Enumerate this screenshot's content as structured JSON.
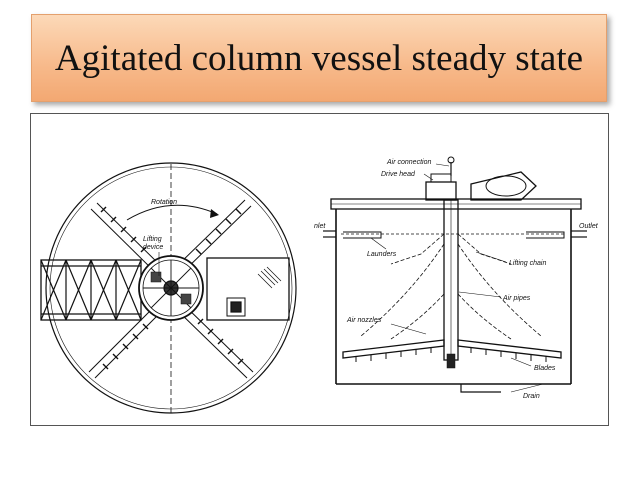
{
  "slide": {
    "title": "Agitated column vessel steady state"
  },
  "diagram": {
    "left_view": {
      "labels": {
        "rotation": "Rotation",
        "lifting_device_line1": "Lifting",
        "lifting_device_line2": "device"
      }
    },
    "right_view": {
      "labels": {
        "air_connection": "Air connection",
        "drive_head": "Drive head",
        "inlet": "nlet",
        "outlet": "Outlet",
        "launders": "Launders",
        "lifting_chain": "Lifting chain",
        "air_pipes": "Air pipes",
        "air_nozzles": "Air nozzles",
        "blades": "Blades",
        "drain": "Drain"
      }
    }
  }
}
